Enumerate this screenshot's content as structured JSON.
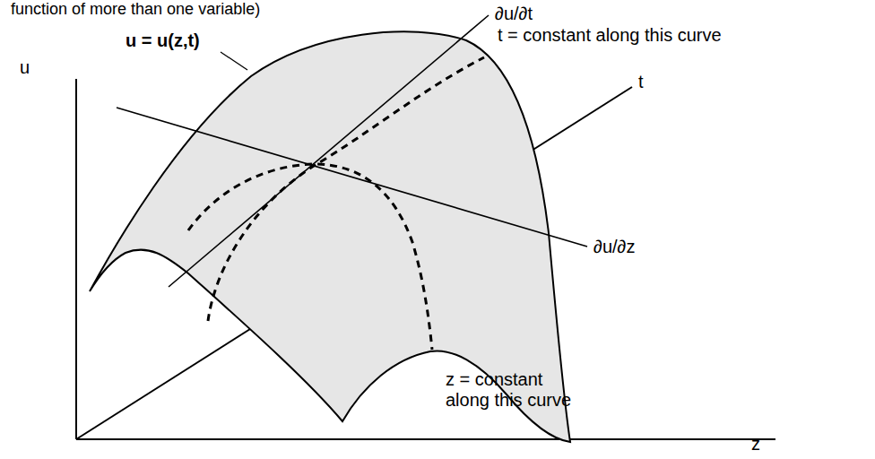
{
  "diagram": {
    "labels": [
      "function of more than one variable)",
      "u = u(z,t)",
      "u",
      "∂u/∂t",
      "t = constant along this curve",
      "t",
      "∂u/∂z",
      "z = constant along this curve",
      "z"
    ]
  }
}
